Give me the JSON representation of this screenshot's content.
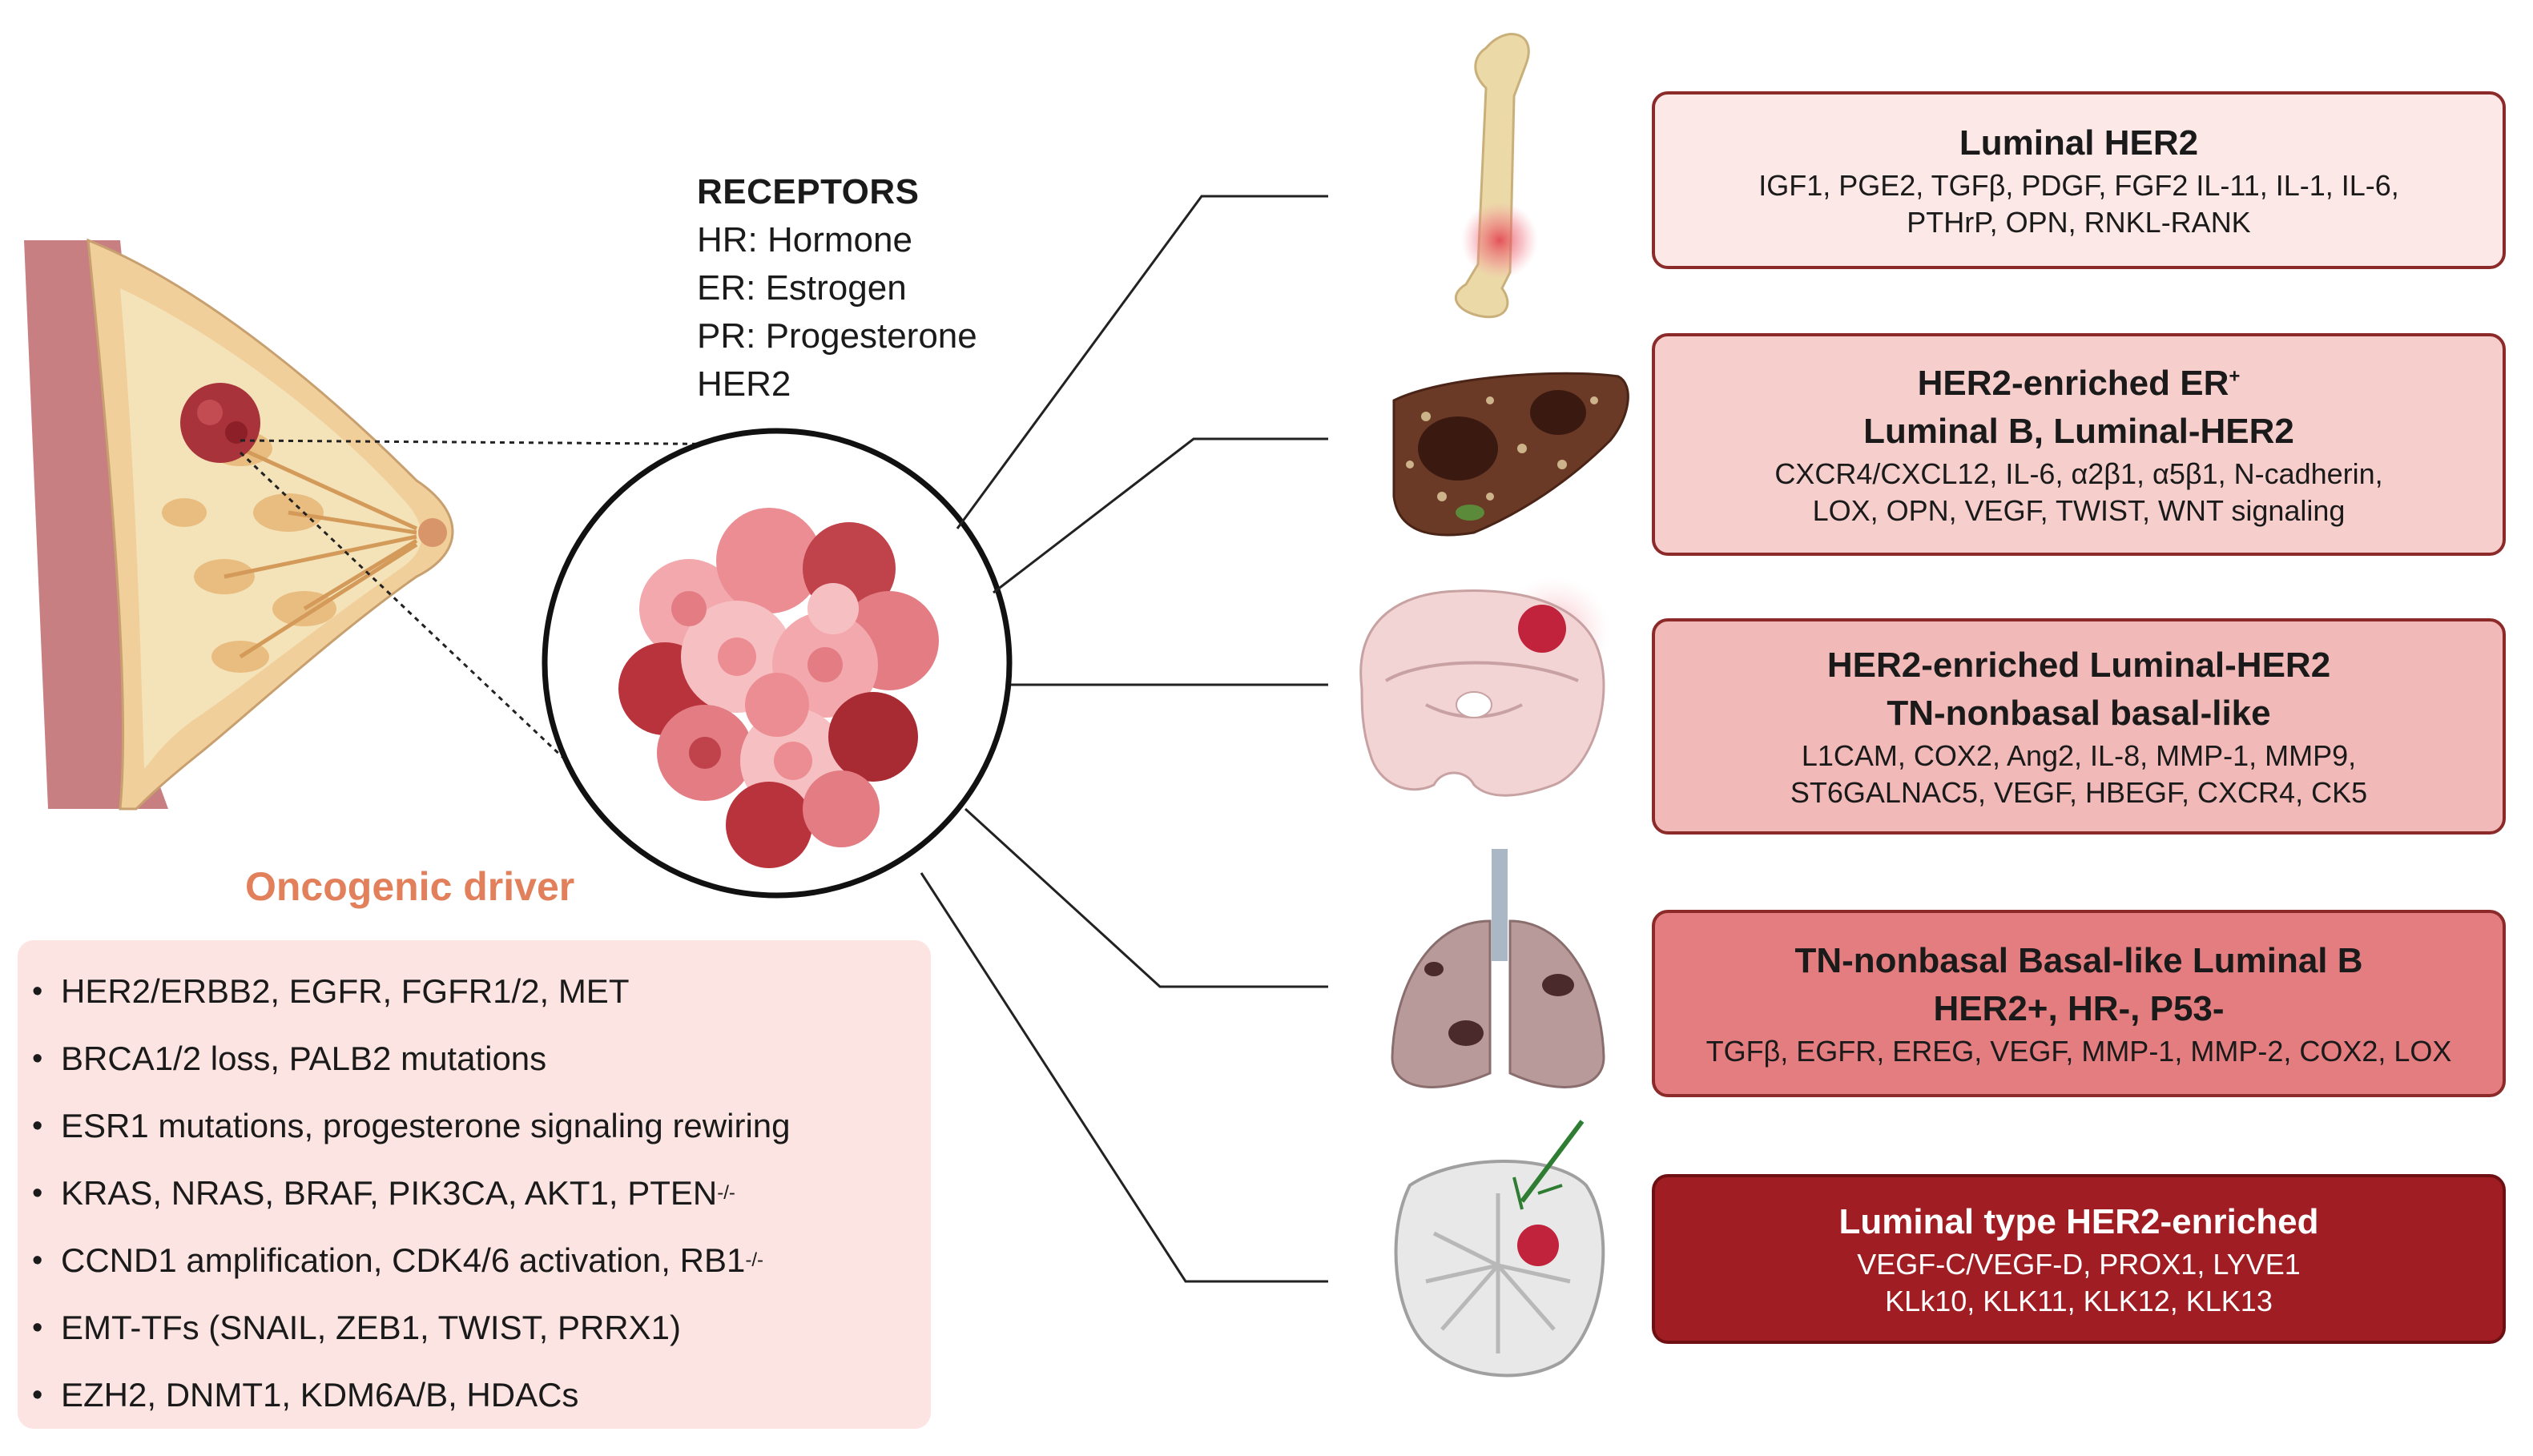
{
  "receptors": {
    "title": "RECEPTORS",
    "items": [
      "HR: Hormone",
      "ER: Estrogen",
      "PR: Progesterone",
      "HER2"
    ]
  },
  "oncogenic_driver": {
    "title": "Oncogenic driver",
    "items": [
      {
        "text": "HER2/ERBB2, EGFR, FGFR1/2, MET",
        "sup": ""
      },
      {
        "text": "BRCA1/2 loss, PALB2 mutations",
        "sup": ""
      },
      {
        "text": "ESR1 mutations, progesterone signaling rewiring",
        "sup": ""
      },
      {
        "text": "KRAS, NRAS, BRAF, PIK3CA, AKT1, PTEN",
        "sup": "-/-"
      },
      {
        "text": "CCND1 amplification, CDK4/6 activation, RB1",
        "sup": "-/-"
      },
      {
        "text": "EMT-TFs (SNAIL, ZEB1, TWIST, PRRX1)",
        "sup": ""
      },
      {
        "text": "EZH2, DNMT1, KDM6A/B, HDACs",
        "sup": ""
      }
    ]
  },
  "subtypes": {
    "bone": {
      "title_lines": [
        "Luminal HER2"
      ],
      "genes_lines": [
        "IGF1, PGE2, TGFβ, PDGF, FGF2  IL-11, IL-1, IL-6,",
        "PTHrP, OPN, RNKL-RANK"
      ]
    },
    "liver": {
      "title_1": "HER2-enriched ER",
      "title_1_sup": "+",
      "title_2": "Luminal B, Luminal-HER2",
      "genes_lines": [
        "CXCR4/CXCL12, IL-6, α2β1, α5β1, N-cadherin,",
        "LOX, OPN, VEGF, TWIST, WNT signaling"
      ]
    },
    "brain": {
      "title_lines": [
        "HER2-enriched Luminal-HER2",
        "TN-nonbasal basal-like"
      ],
      "genes_lines": [
        "L1CAM, COX2, Ang2, IL-8, MMP-1, MMP9,",
        "ST6GALNAC5, VEGF, HBEGF, CXCR4, CK5"
      ]
    },
    "lung": {
      "title_lines": [
        "TN-nonbasal Basal-like Luminal B",
        "HER2+, HR-, P53-"
      ],
      "genes_lines": [
        "TGFβ, EGFR, EREG, VEGF, MMP-1, MMP-2, COX2, LOX"
      ]
    },
    "lymph": {
      "title_lines": [
        "Luminal type HER2-enriched"
      ],
      "genes_lines": [
        "VEGF-C/VEGF-D, PROX1, LYVE1",
        "KLk10, KLK11, KLK12, KLK13"
      ]
    }
  },
  "colors": {
    "driver_title": "#e2805c",
    "driver_box": "#fbe4e1",
    "box_bone": "#fce8e6",
    "box_liver": "#f6cfcd",
    "box_brain": "#f1b9b8",
    "box_lung": "#e47d7f",
    "box_lymph": "#a01e23",
    "box_border": "#8c2a2a"
  }
}
